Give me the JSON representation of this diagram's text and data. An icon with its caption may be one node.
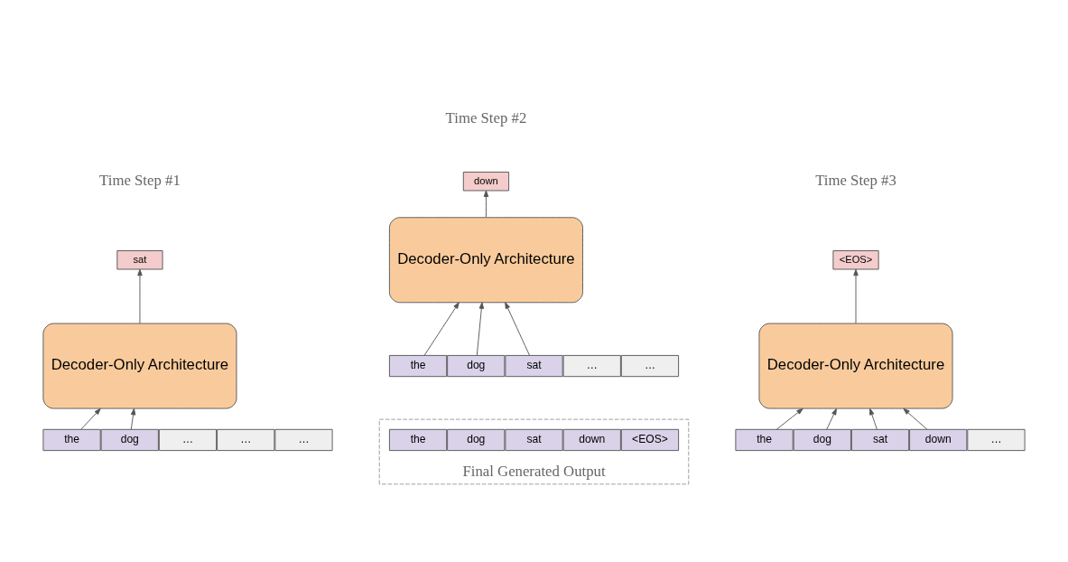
{
  "diagram": {
    "nodes": [
      {
        "text": [
          "sat"
        ]
      },
      {
        "text": [
          "Decoder-Only Architecture"
        ]
      },
      {
        "text": [
          "the"
        ]
      },
      {
        "text": [
          "dog"
        ]
      },
      {
        "text": [
          "…"
        ]
      },
      {
        "text": [
          "…"
        ]
      },
      {
        "text": [
          "…"
        ]
      },
      {
        "text": [
          "down"
        ]
      },
      {
        "text": [
          "Decoder-Only Architecture"
        ]
      },
      {
        "text": [
          "the"
        ]
      },
      {
        "text": [
          "dog"
        ]
      },
      {
        "text": [
          "sat"
        ]
      },
      {
        "text": [
          "…"
        ]
      },
      {
        "text": [
          "…"
        ]
      },
      {
        "text": [
          "<EOS>"
        ]
      },
      {
        "text": [
          "Decoder-Only Architecture"
        ]
      },
      {
        "text": [
          "the"
        ]
      },
      {
        "text": [
          "dog"
        ]
      },
      {
        "text": [
          "sat"
        ]
      },
      {
        "text": [
          "down"
        ]
      },
      {
        "text": [
          "…"
        ]
      },
      {
        "text": [
          "Final Generated Output"
        ]
      },
      {
        "text": [
          "the"
        ],
        "in": 21
      },
      {
        "text": [
          "dog"
        ],
        "in": 21
      },
      {
        "text": [
          "sat"
        ],
        "in": 21
      },
      {
        "text": [
          "down"
        ],
        "in": 21
      },
      {
        "text": [
          "<EOS>"
        ],
        "in": 21
      }
    ],
    "edges": [
      {
        "from": 2,
        "to": 1,
        "arrow": "to"
      },
      {
        "from": 3,
        "to": 1,
        "arrow": "to"
      },
      {
        "from": 1,
        "to": 0,
        "arrow": "to"
      },
      {
        "from": 9,
        "to": 8,
        "arrow": "to"
      },
      {
        "from": 10,
        "to": 8,
        "arrow": "to"
      },
      {
        "from": 11,
        "to": 8,
        "arrow": "to"
      },
      {
        "from": 8,
        "to": 7,
        "arrow": "to"
      },
      {
        "from": 16,
        "to": 15,
        "arrow": "to"
      },
      {
        "from": 17,
        "to": 15,
        "arrow": "to"
      },
      {
        "from": 18,
        "to": 15,
        "arrow": "to"
      },
      {
        "from": 19,
        "to": 15,
        "arrow": "to"
      },
      {
        "from": 15,
        "to": 14,
        "arrow": "to"
      }
    ],
    "labels": [
      "Time Step #1",
      "Time Step #2",
      "Time Step #3"
    ]
  }
}
